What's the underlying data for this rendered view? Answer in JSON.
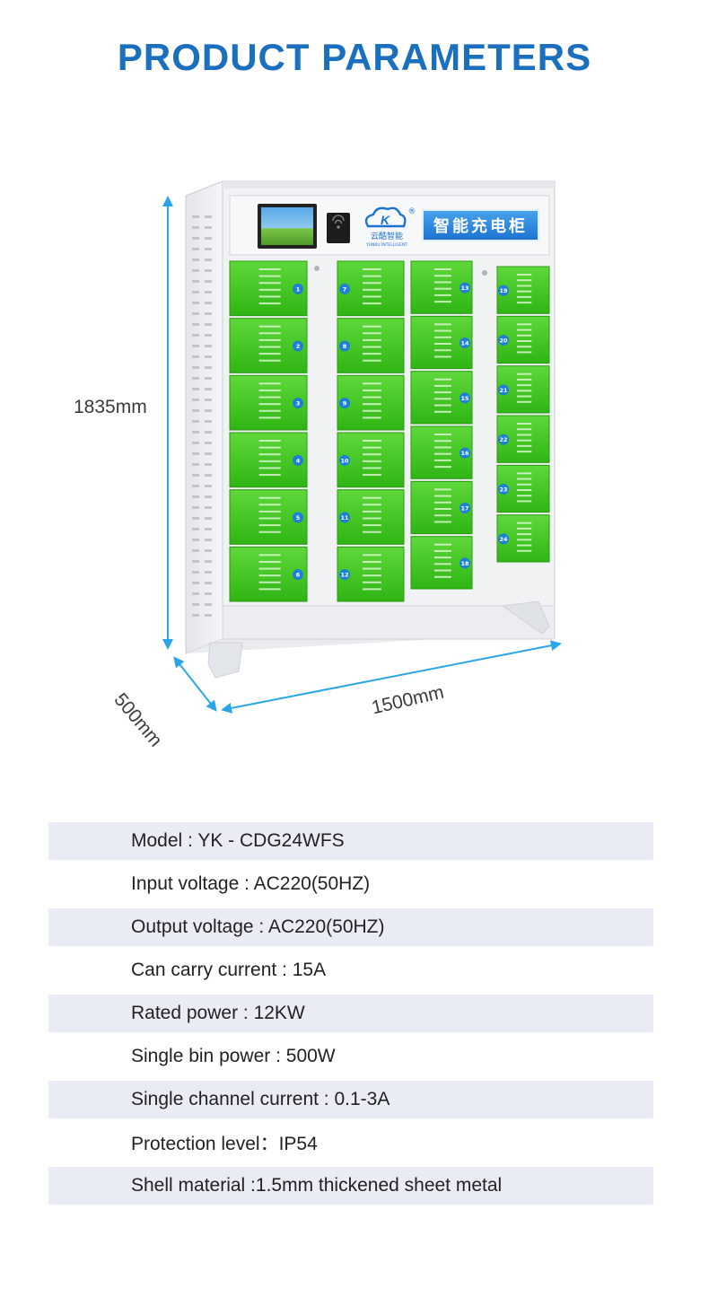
{
  "page": {
    "title": "PRODUCT PARAMETERS"
  },
  "product": {
    "brand_cn": "云酷智能",
    "brand_en": "YUNKU INTELLIGENT",
    "logo_letters": "K",
    "registered_mark": "®",
    "sign_text": "智能充电柜",
    "locker_numbers": [
      1,
      2,
      3,
      4,
      5,
      6,
      7,
      8,
      9,
      10,
      11,
      12,
      13,
      14,
      15,
      16,
      17,
      18,
      19,
      20,
      21,
      22,
      23,
      24
    ]
  },
  "dimensions": {
    "height": "1835mm",
    "depth": "500mm",
    "width": "1500mm"
  },
  "colors": {
    "title": "#1a6fbf",
    "arrow": "#2aa6e8",
    "locker_green": "#3fc81e",
    "row_shade": "#e9ecf5"
  },
  "params": [
    {
      "text": "Model : YK - CDG24WFS"
    },
    {
      "text": "Input voltage : AC220(50HZ)"
    },
    {
      "text": "Output voltage : AC220(50HZ)"
    },
    {
      "text": "Can carry current : 15A"
    },
    {
      "text": "Rated power : 12KW"
    },
    {
      "text": "Single bin power : 500W"
    },
    {
      "text": "Single channel current : 0.1-3A"
    },
    {
      "text": "Protection level：IP54"
    },
    {
      "text": "Shell material :1.5mm thickened sheet metal"
    }
  ]
}
